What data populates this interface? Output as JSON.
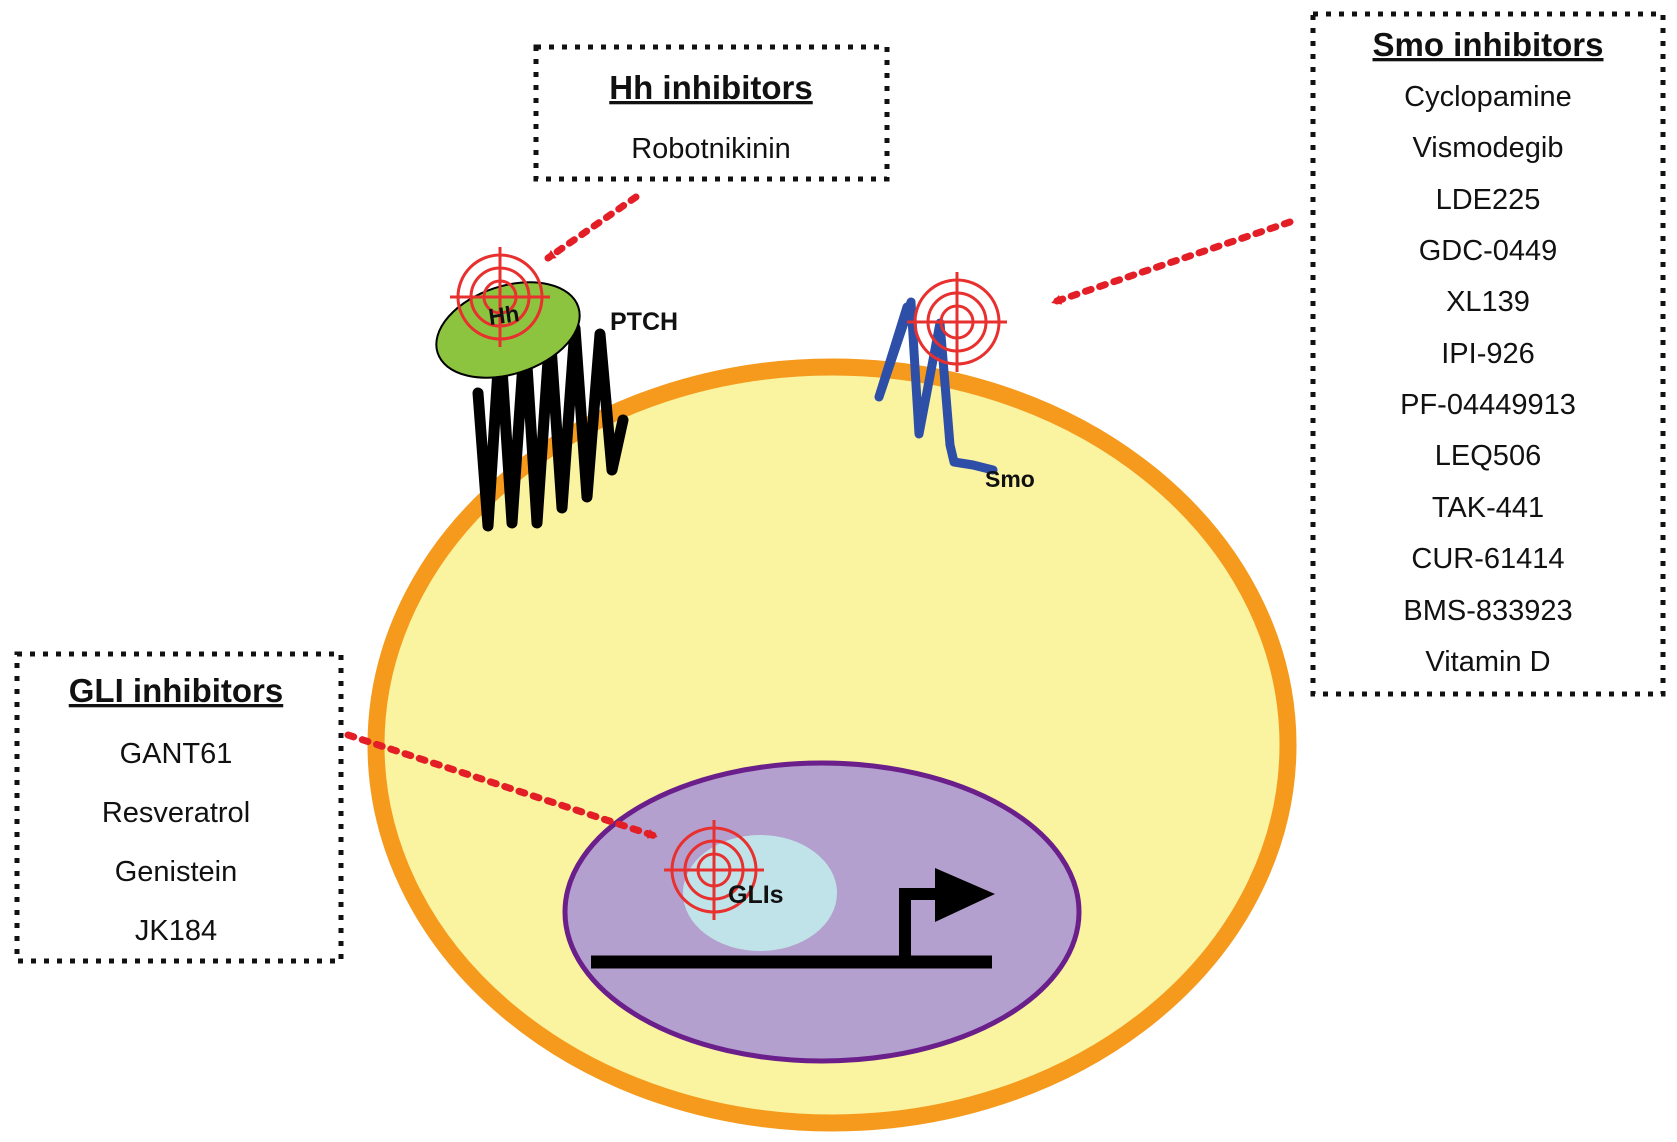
{
  "colors": {
    "membrane": "#F59A1C",
    "cytoplasm": "#FAF3A0",
    "nucleus_fill": "#B4A0CF",
    "nucleus_border": "#6A1F8A",
    "glis_fill": "#BFE3E8",
    "ligand_fill": "#8CC43F",
    "ptch": "#000000",
    "smo": "#2E4FA8",
    "target": "#E8302F",
    "arrow": "#E41E26"
  },
  "hh_box": {
    "title": "Hh inhibitors",
    "items": [
      "Robotnikinin"
    ]
  },
  "smo_box": {
    "title": "Smo inhibitors",
    "items": [
      "Cyclopamine",
      "Vismodegib",
      "LDE225",
      "GDC-0449",
      "XL139",
      "IPI-926",
      "PF-04449913",
      "LEQ506",
      "TAK-441",
      "CUR-61414",
      "BMS-833923",
      "Vitamin D"
    ]
  },
  "gli_box": {
    "title": "GLI inhibitors",
    "items": [
      "GANT61",
      "Resveratrol",
      "Genistein",
      "JK184"
    ]
  },
  "labels": {
    "hh": "Hh",
    "ptch": "PTCH",
    "smo": "Smo",
    "glis": "GLIs"
  }
}
